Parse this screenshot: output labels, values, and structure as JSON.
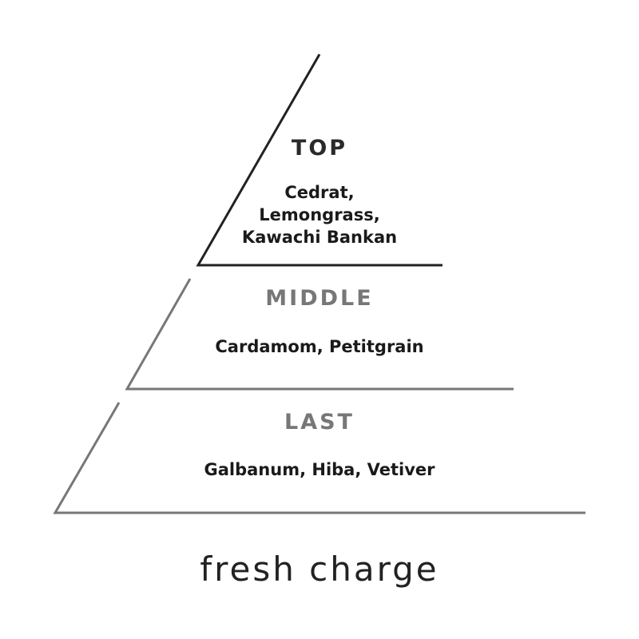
{
  "colors": {
    "top_line": "#222222",
    "lower_lines": "#777777",
    "top_label": "#2a2a2a",
    "lower_labels": "#777777",
    "notes": "#1a1a1a"
  },
  "tiers": [
    {
      "label": "TOP",
      "notes": [
        "Cedrat,",
        "Lemongrass,",
        "Kawachi Bankan"
      ]
    },
    {
      "label": "MIDDLE",
      "notes": [
        "Cardamom, Petitgrain"
      ]
    },
    {
      "label": "LAST",
      "notes": [
        "Galbanum, Hiba, Vetiver"
      ]
    }
  ],
  "footer": {
    "title": "fresh charge"
  }
}
